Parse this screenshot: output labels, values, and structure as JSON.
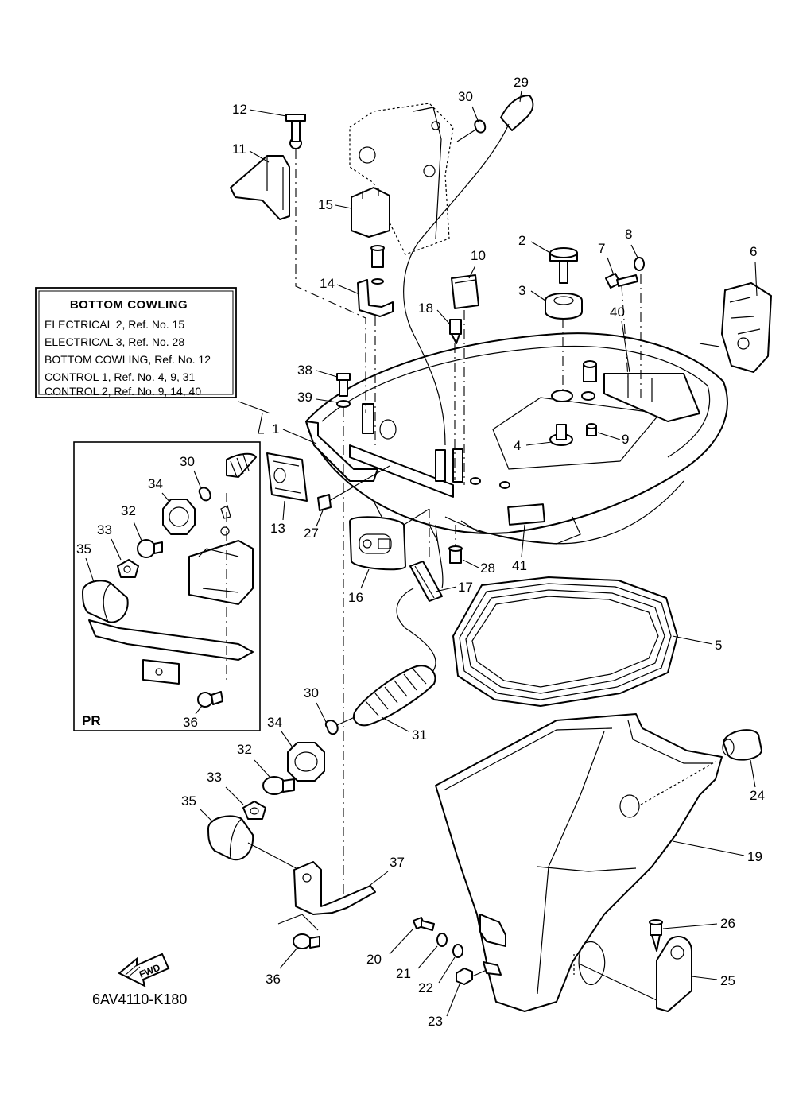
{
  "info_box": {
    "title": "BOTTOM COWLING",
    "lines": [
      "ELECTRICAL 2,  Ref. No. 15",
      "ELECTRICAL 3,  Ref. No. 28",
      "BOTTOM COWLING,  Ref. No. 12",
      "CONTROL 1,  Ref. No. 4, 9, 31",
      "CONTROL 2,  Ref. No. 9, 14, 40"
    ]
  },
  "inset": {
    "label": "PR"
  },
  "fwd_label": "FWD",
  "diagram_code": "6AV4110-K180",
  "part_numbers": {
    "n1": "1",
    "n2": "2",
    "n3": "3",
    "n4": "4",
    "n5": "5",
    "n6": "6",
    "n7": "7",
    "n8": "8",
    "n9": "9",
    "n10": "10",
    "n11": "11",
    "n12": "12",
    "n13": "13",
    "n14": "14",
    "n15": "15",
    "n16": "16",
    "n17": "17",
    "n18": "18",
    "n19": "19",
    "n20": "20",
    "n21": "21",
    "n22": "22",
    "n23": "23",
    "n24": "24",
    "n25": "25",
    "n26": "26",
    "n27": "27",
    "n28": "28",
    "n29": "29",
    "n30": "30",
    "n31": "31",
    "n32": "32",
    "n33": "33",
    "n34": "34",
    "n35": "35",
    "n36": "36",
    "n37": "37",
    "n38": "38",
    "n39": "39",
    "n40": "40",
    "n41": "41",
    "inset_n30": "30",
    "inset_n32": "32",
    "inset_n33": "33",
    "inset_n34": "34",
    "inset_n35": "35",
    "inset_n36": "36"
  }
}
